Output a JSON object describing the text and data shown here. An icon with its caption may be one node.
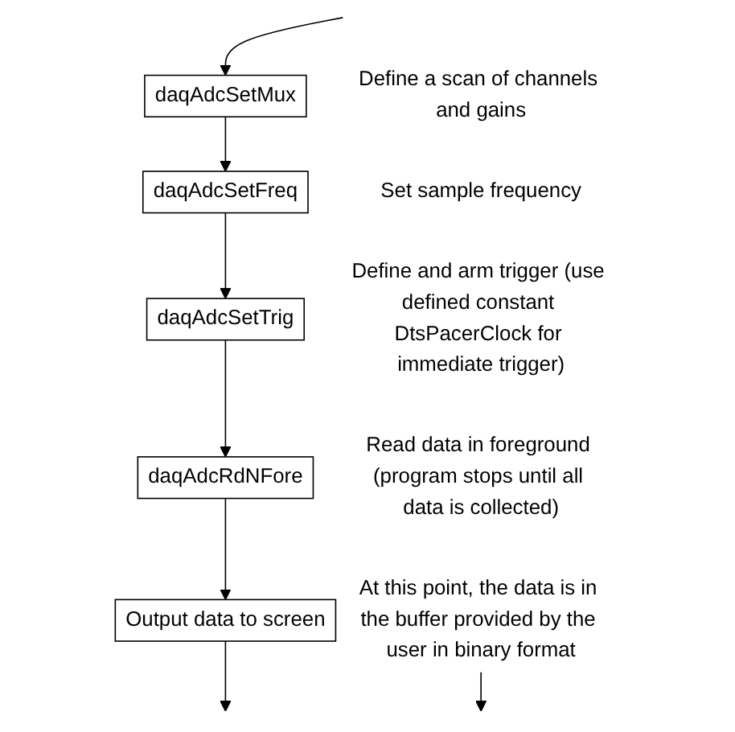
{
  "diagram": {
    "nodes": [
      {
        "text": [
          "daqAdcSetMux"
        ],
        "beside": [
          "Define a scan of channels and gains"
        ]
      },
      {
        "text": [
          "daqAdcSetFreq"
        ],
        "beside": [
          "Set sample frequency"
        ]
      },
      {
        "text": [
          "daqAdcSetTrig"
        ],
        "beside": [
          "Define and arm trigger (use defined constant DtsPacerClock for immediate trigger)"
        ]
      },
      {
        "text": [
          "daqAdcRdNFore"
        ],
        "beside": [
          "Read data in foreground (program stops until all data is collected)"
        ]
      },
      {
        "text": [
          "Output data to screen"
        ]
      },
      {
        "text": [
          "At this point, the data is in the buffer provided by the user in binary format"
        ]
      }
    ],
    "edges": [
      {
        "from": null,
        "to": 0,
        "arrow": "to"
      },
      {
        "from": 0,
        "to": 1,
        "arrow": "to"
      },
      {
        "from": 1,
        "to": 2,
        "arrow": "to"
      },
      {
        "from": 2,
        "to": 3,
        "arrow": "to"
      },
      {
        "from": 3,
        "to": 4,
        "arrow": "to"
      },
      {
        "from": 4,
        "to": null,
        "arrow": "to"
      },
      {
        "from": 5,
        "to": null,
        "arrow": "to"
      }
    ]
  }
}
